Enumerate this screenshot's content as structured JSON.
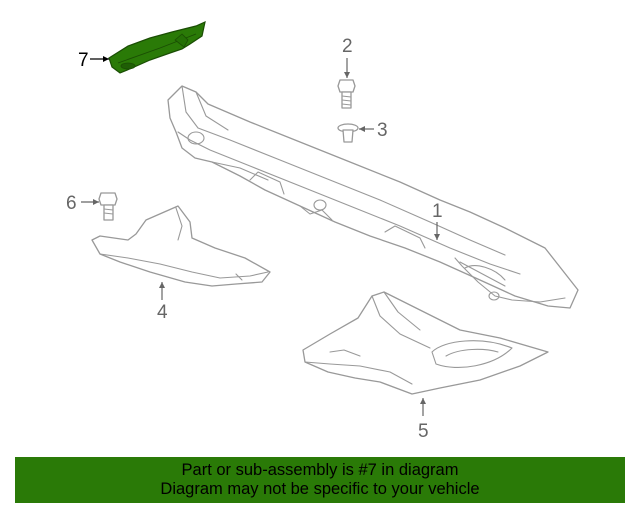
{
  "diagram": {
    "callouts": [
      {
        "id": "1",
        "label": "1"
      },
      {
        "id": "2",
        "label": "2"
      },
      {
        "id": "3",
        "label": "3"
      },
      {
        "id": "4",
        "label": "4"
      },
      {
        "id": "5",
        "label": "5"
      },
      {
        "id": "6",
        "label": "6"
      },
      {
        "id": "7",
        "label": "7"
      }
    ],
    "highlighted_part": "7",
    "highlight_color": "#2a7a07"
  },
  "banner": {
    "line1": "Part or sub-assembly is #7 in diagram",
    "line2": "Diagram may not be specific to your vehicle"
  }
}
